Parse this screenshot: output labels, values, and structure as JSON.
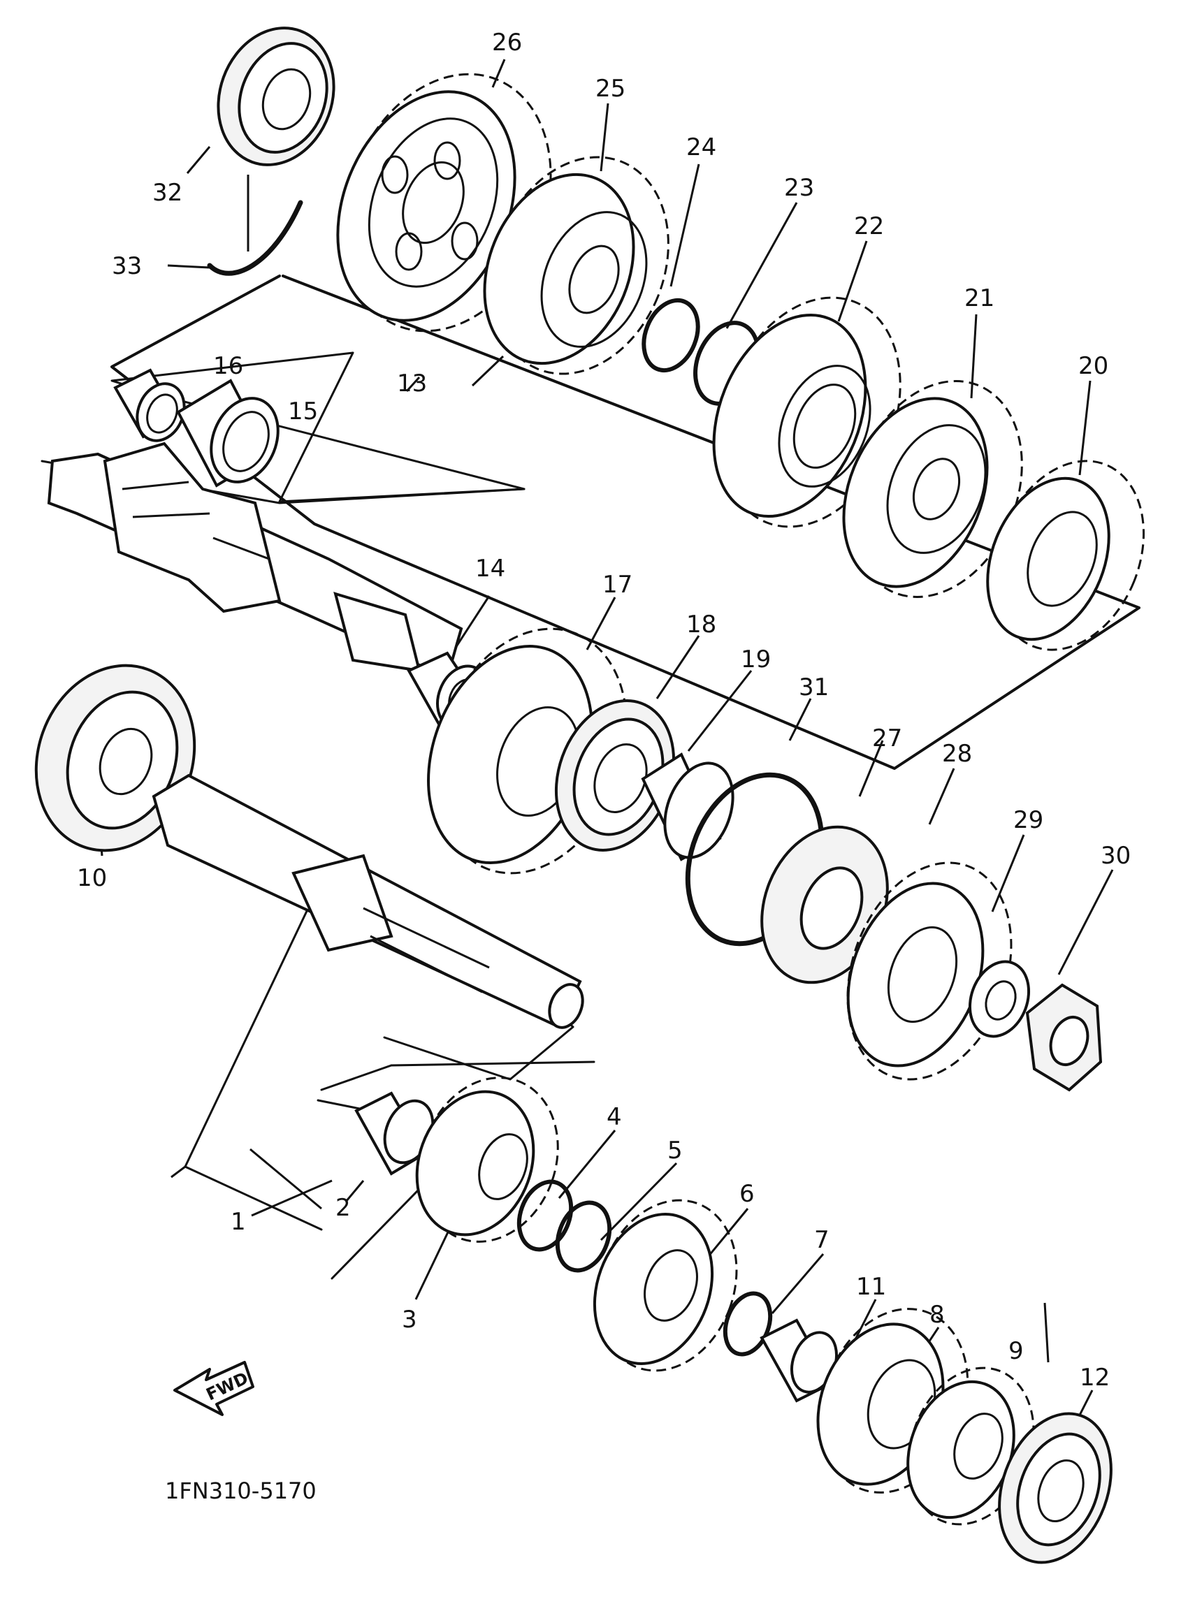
{
  "figure_code": "1FN310-5170",
  "fwd_label": "FWD",
  "callouts": [
    "1",
    "2",
    "3",
    "4",
    "5",
    "6",
    "7",
    "8",
    "9",
    "10",
    "11",
    "12",
    "13",
    "14",
    "15",
    "16",
    "17",
    "18",
    "19",
    "20",
    "21",
    "22",
    "23",
    "24",
    "25",
    "26",
    "27",
    "28",
    "29",
    "30",
    "31",
    "32",
    "33"
  ]
}
